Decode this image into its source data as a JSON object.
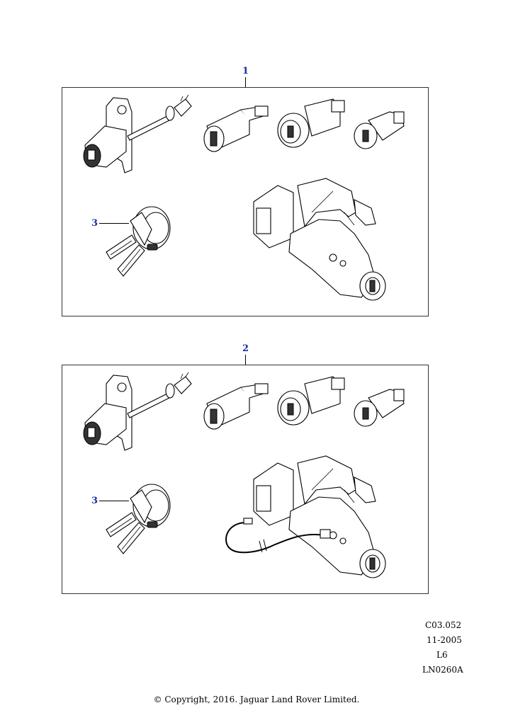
{
  "callouts": {
    "kit1": "1",
    "kit2": "2",
    "keys1": "3",
    "keys2": "3"
  },
  "meta": {
    "ref": "C03.052",
    "date": "11-2005",
    "level": "L6",
    "illustration": "LN0260A"
  },
  "copyright": "© Copyright, 2016. Jaguar Land Rover Limited.",
  "icons": [
    "door-lock-cylinder",
    "tailgate-lock",
    "glovebox-lock",
    "fuel-flap-lock",
    "ignition-switch",
    "key-pair",
    "immobiliser-coil-cable"
  ]
}
